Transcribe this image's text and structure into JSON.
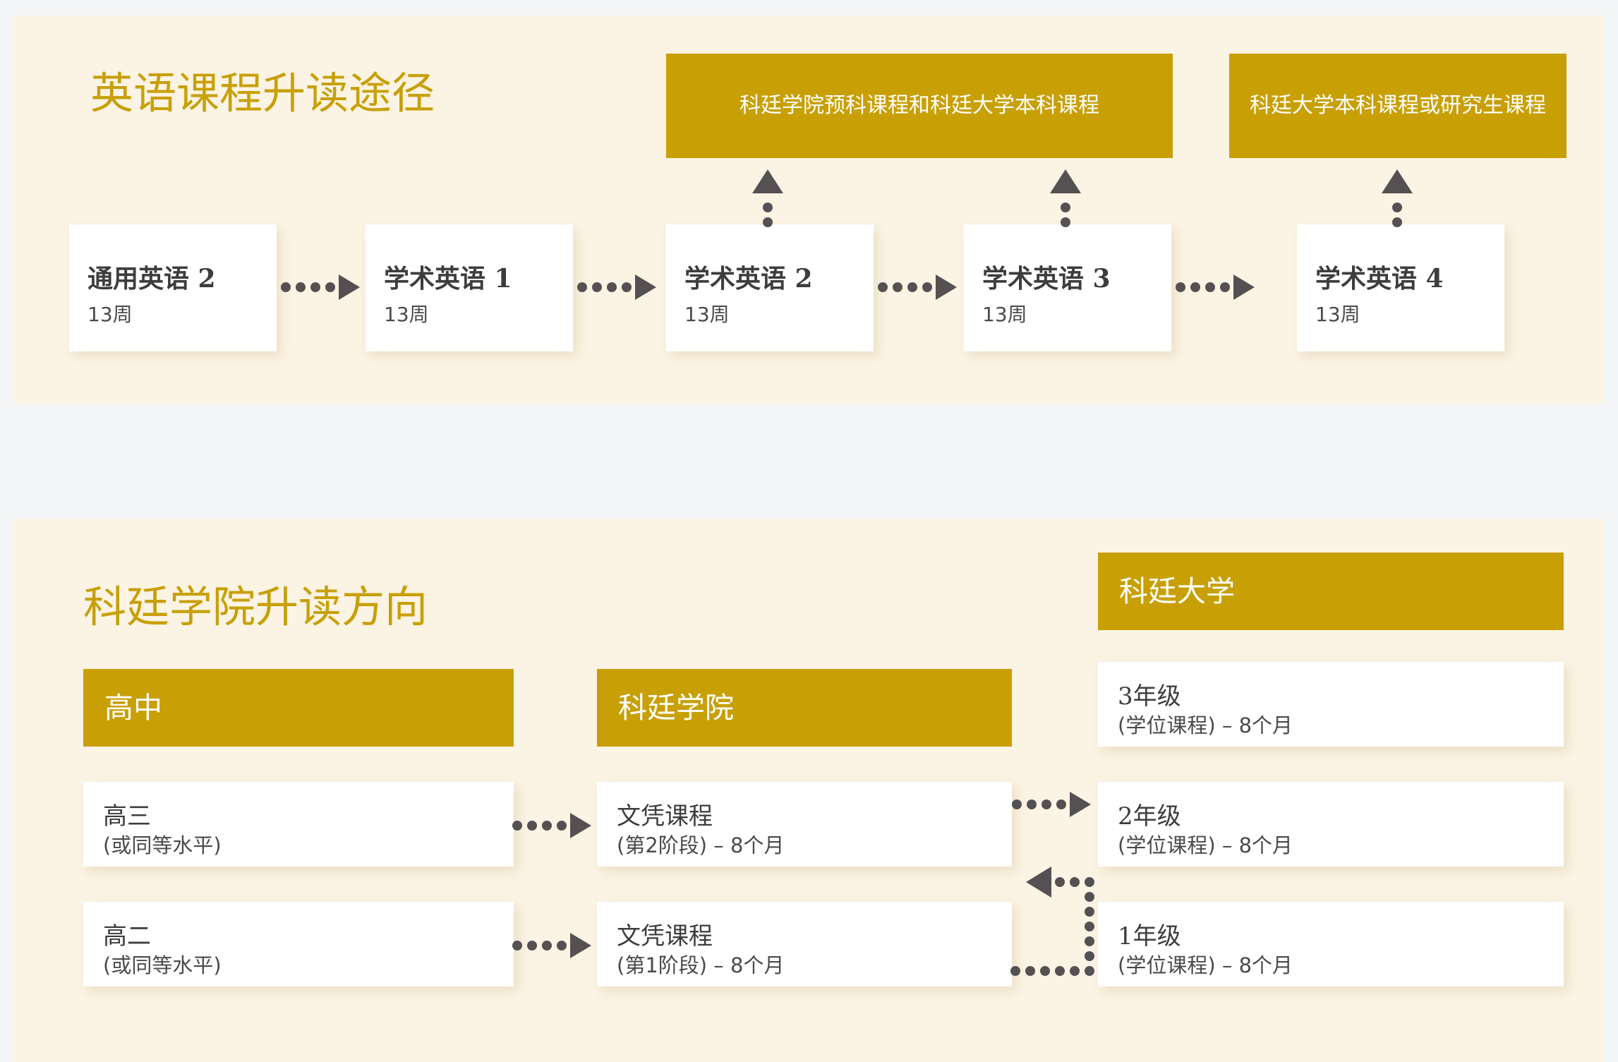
{
  "theme": {
    "page_background": "#f4f5f6",
    "panel_background": "#fbf3e4",
    "accent_gold": "#c8a006",
    "card_background": "#ffffff",
    "text_dark": "#3d3d3d",
    "arrow_color": "#555152"
  },
  "top_section": {
    "title": "英语课程升读途径",
    "destination_boxes": [
      {
        "label": "科廷学院预科课程和科廷大学本科课程"
      },
      {
        "label": "科廷大学本科课程或研究生课程"
      }
    ],
    "courses": [
      {
        "name": "通用英语 2",
        "duration": "13周"
      },
      {
        "name": "学术英语 1",
        "duration": "13周"
      },
      {
        "name": "学术英语 2",
        "duration": "13周"
      },
      {
        "name": "学术英语 3",
        "duration": "13周"
      },
      {
        "name": "学术英语 4",
        "duration": "13周"
      }
    ]
  },
  "bottom_section": {
    "title": "科廷学院升读方向",
    "columns": [
      {
        "header": "高中",
        "rows": [
          {
            "title": "高三",
            "sub": "(或同等水平)"
          },
          {
            "title": "高二",
            "sub": "(或同等水平)"
          }
        ]
      },
      {
        "header": "科廷学院",
        "rows": [
          {
            "title": "文凭课程",
            "sub": "(第2阶段) – 8个月"
          },
          {
            "title": "文凭课程",
            "sub": "(第1阶段) – 8个月"
          }
        ]
      },
      {
        "header": "科廷大学",
        "rows": [
          {
            "title": "3年级",
            "sub": "(学位课程) – 8个月"
          },
          {
            "title": "2年级",
            "sub": "(学位课程) – 8个月"
          },
          {
            "title": "1年级",
            "sub": "(学位课程) – 8个月"
          }
        ]
      }
    ]
  }
}
